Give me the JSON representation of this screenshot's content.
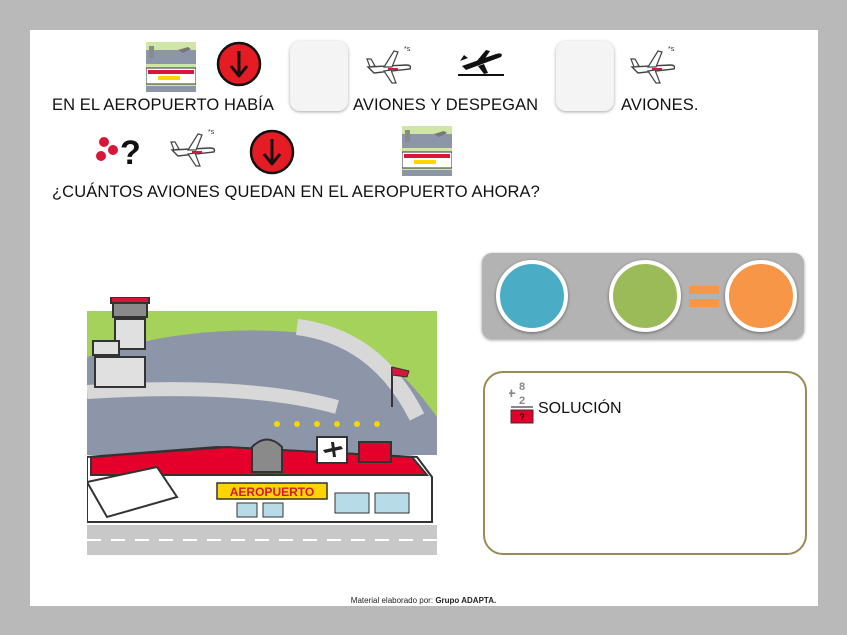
{
  "sentence1": {
    "part1": "EN EL AEROPUERTO HABÍA",
    "part2": "AVIONES Y DESPEGAN",
    "part3": "AVIONES."
  },
  "question": "¿CUÁNTOS AVIONES QUEDAN EN EL AEROPUERTO AHORA?",
  "operation": {
    "colors": {
      "first": "#4bacc6",
      "second": "#9bbb59",
      "equals": "#f79646",
      "result": "#f79646"
    }
  },
  "solution": {
    "label": "SOLUCIÓN",
    "icon_top": "8",
    "icon_bottom": "2",
    "icon_result": "?"
  },
  "illustration": {
    "sign": "AEROPUERTO"
  },
  "footer": {
    "prefix": "Material elaborado por:",
    "author": "Grupo ADAPTA."
  },
  "icons": [
    "airport-pictogram",
    "down-arrow-icon",
    "airplane-icon",
    "takeoff-icon",
    "question-dots-icon"
  ]
}
